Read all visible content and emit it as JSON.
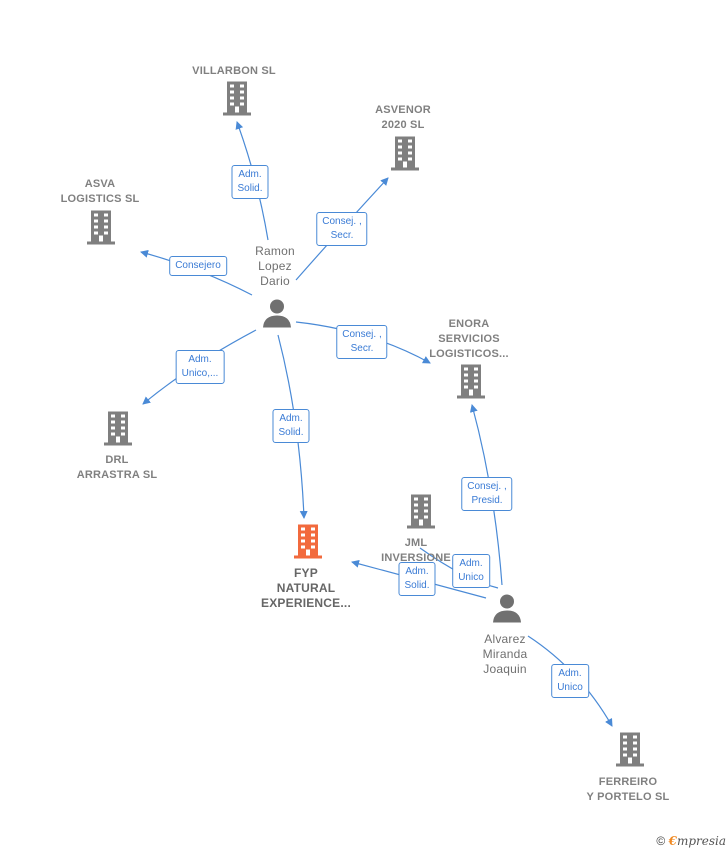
{
  "nodes": {
    "villarbon": {
      "label": "VILLARBON  SL",
      "type": "company"
    },
    "asvenor": {
      "label": "ASVENOR\n2020  SL",
      "type": "company"
    },
    "asva": {
      "label": "ASVA\nLOGISTICS  SL",
      "type": "company"
    },
    "ramon": {
      "label": "Ramon\nLopez\nDario",
      "type": "person"
    },
    "enora": {
      "label": "ENORA\nSERVICIOS\nLOGISTICOS...",
      "type": "company"
    },
    "drl": {
      "label": "DRL\nARRASTRA  SL",
      "type": "company"
    },
    "fyp": {
      "label": "FYP\nNATURAL\nEXPERIENCE...",
      "type": "main"
    },
    "jml": {
      "label": "JML\nINVERSIONE\nS",
      "type": "company"
    },
    "alvarez": {
      "label": "Alvarez\nMiranda\nJoaquin",
      "type": "person"
    },
    "ferreiro": {
      "label": "FERREIRO\nY PORTELO  SL",
      "type": "company"
    }
  },
  "edges": {
    "ramon_villarbon": "Adm.\nSolid.",
    "ramon_asvenor": "Consej. ,\nSecr.",
    "ramon_asva": "Consejero",
    "ramon_enora": "Consej. ,\nSecr.",
    "ramon_drl": "Adm.\nUnico,...",
    "ramon_fyp": "Adm.\nSolid.",
    "alvarez_enora": "Consej. ,\nPresid.",
    "alvarez_jml": "Adm.\nUnico",
    "alvarez_fyp": "Adm.\nSolid.",
    "alvarez_ferreiro": "Adm.\nUnico"
  },
  "footer": {
    "copyright": "©",
    "brand_initial": "€",
    "brand_rest": "mpresia"
  },
  "colors": {
    "edge": "#4a8ad6",
    "company_icon": "#7f7f7f",
    "main_icon": "#f26a3d",
    "person_icon": "#707070"
  }
}
